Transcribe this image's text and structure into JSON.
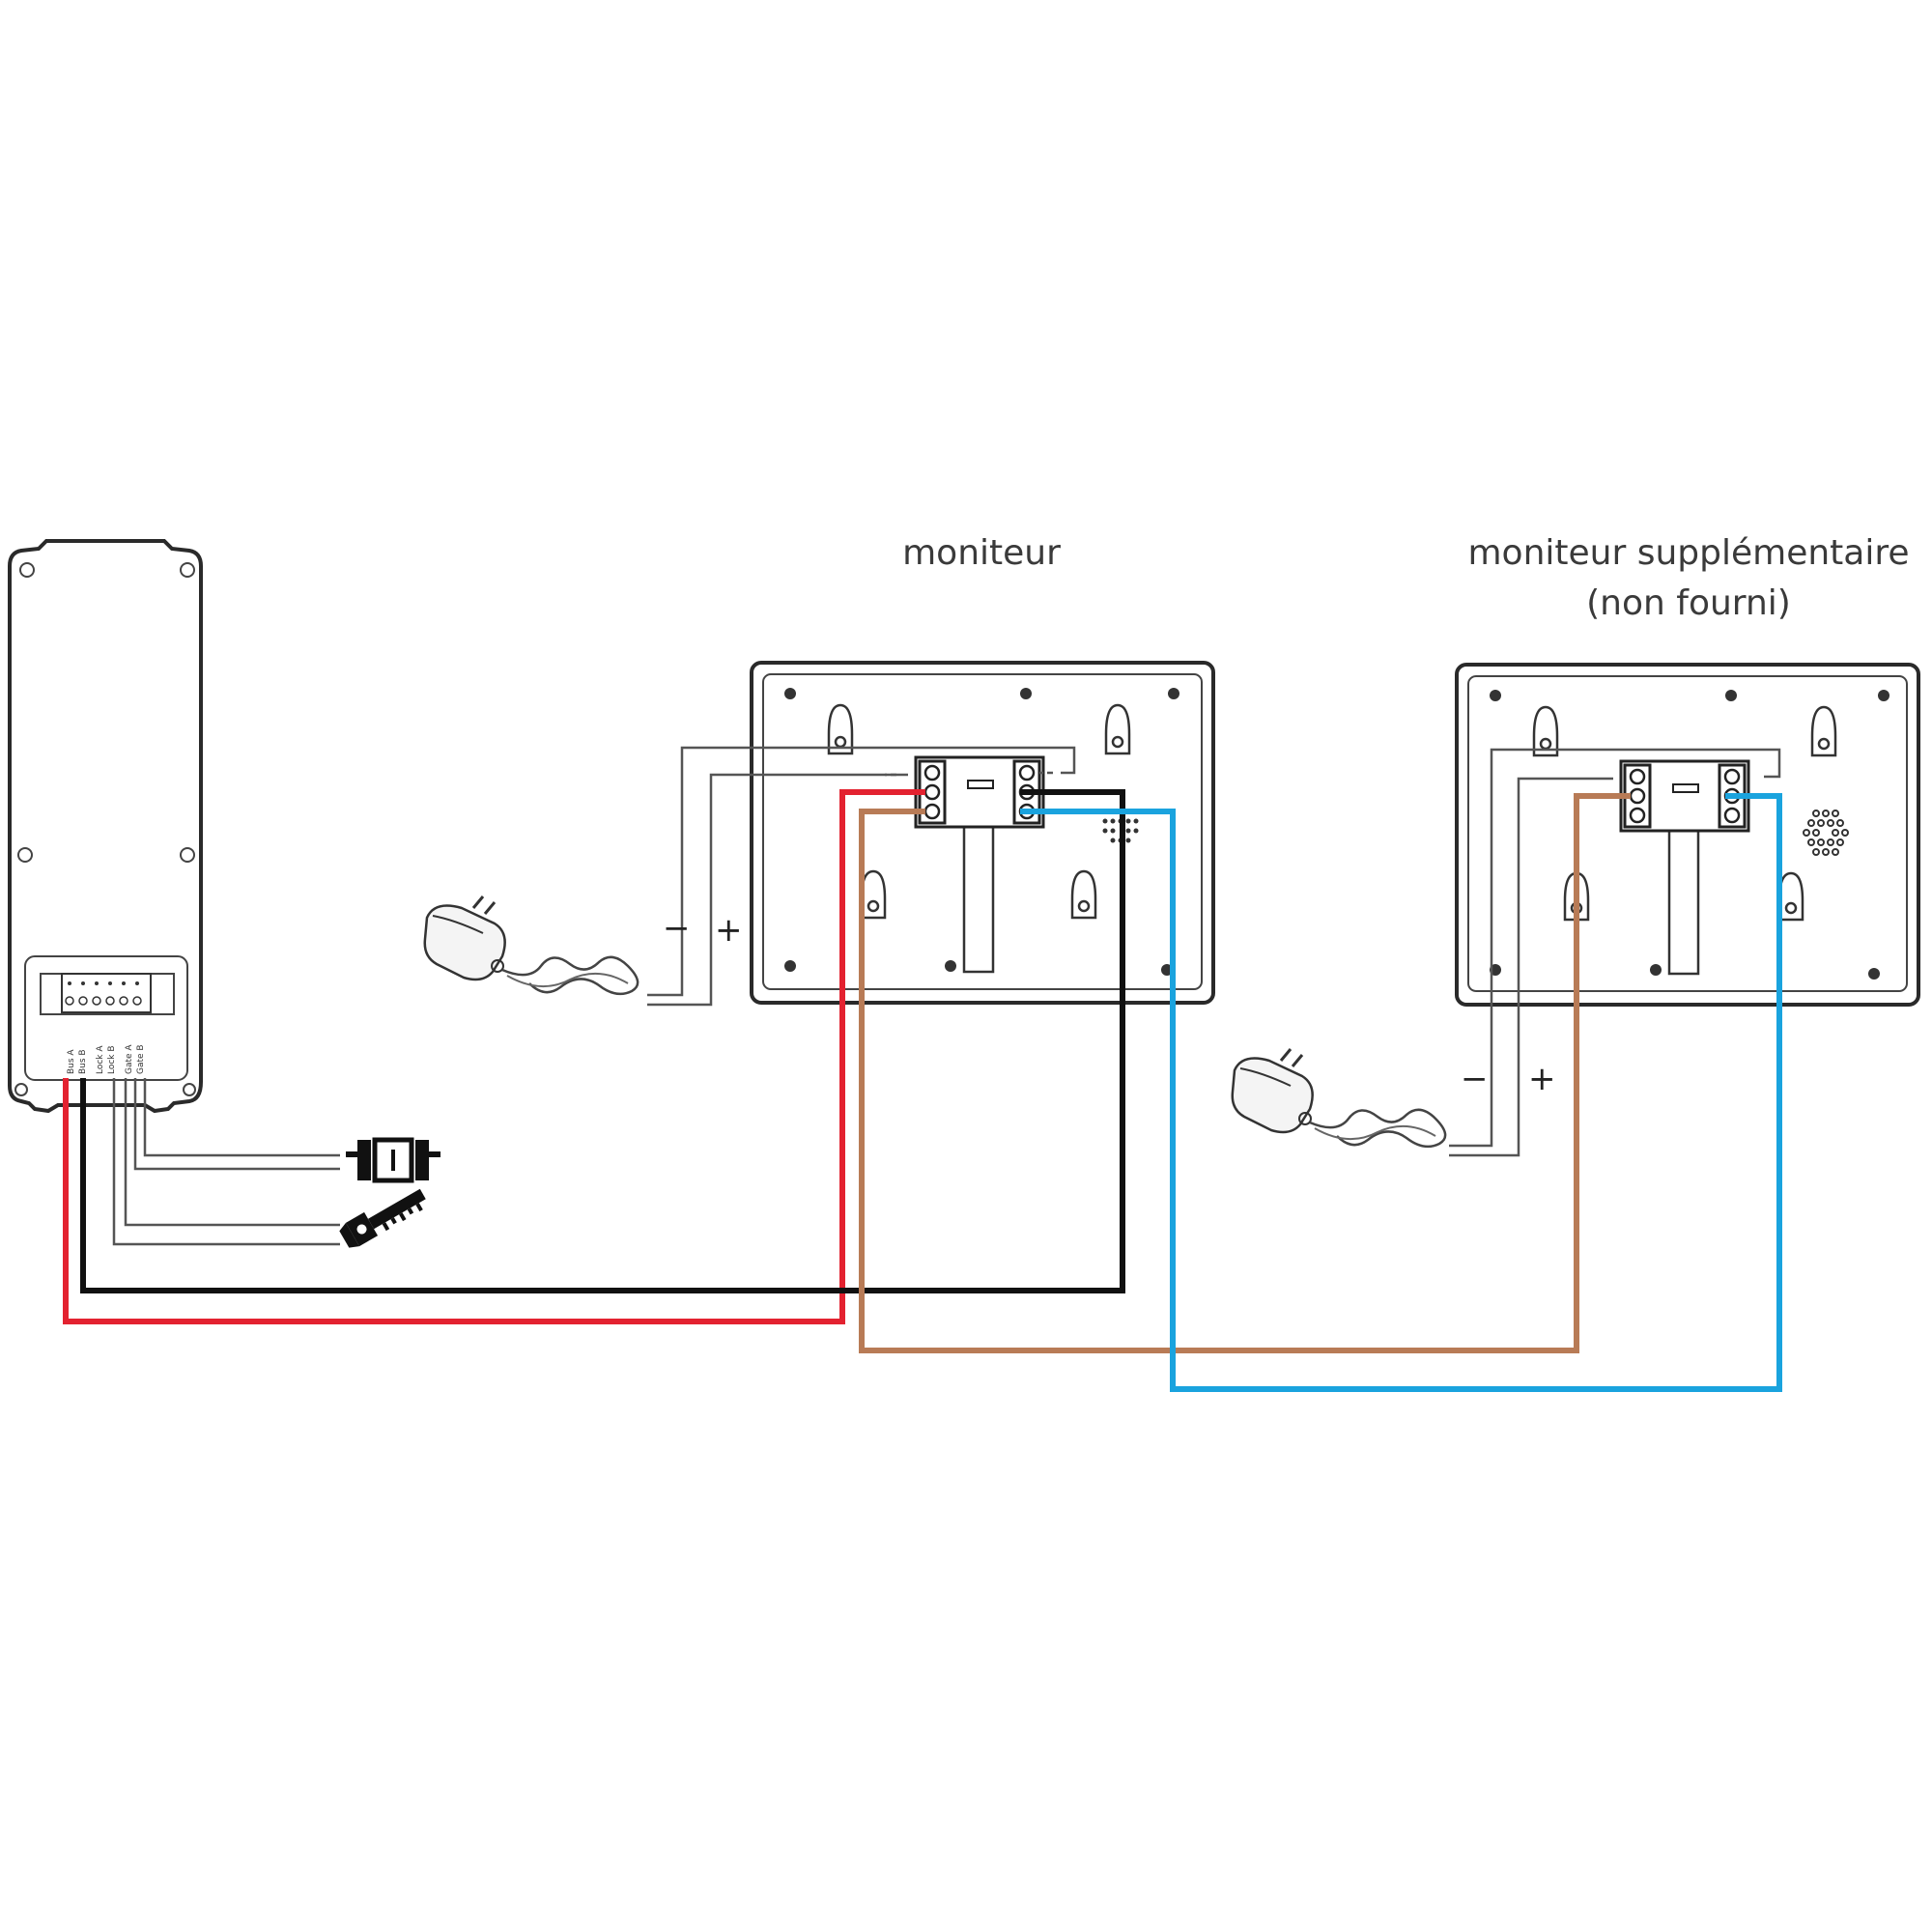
{
  "labels": {
    "monitor": "moniteur",
    "extra_monitor_line1": "moniteur supplémentaire",
    "extra_monitor_line2": "(non fourni)"
  },
  "panel_terminals": [
    "Bus A",
    "Bus B",
    "Lock A",
    "Lock B",
    "Gate A",
    "Gate B"
  ],
  "power": {
    "minus": "−",
    "plus": "+"
  },
  "wire_colors": {
    "red": "#e32230",
    "black": "#111111",
    "brown": "#b87b56",
    "blue": "#1aa3de",
    "gray": "#555555"
  },
  "icons": [
    "door-station-icon",
    "gate-icon",
    "lock-icon",
    "power-adapter-icon",
    "monitor-icon"
  ]
}
